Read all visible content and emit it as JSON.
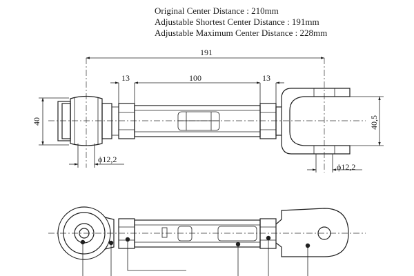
{
  "notes": {
    "original": "Original  Center Distance : 210mm",
    "shortest": "Adjustable Shortest Center Distance : 191mm",
    "maximum": "Adjustable Maximum  Center Distance : 228mm"
  },
  "dimensions": {
    "center_distance": "191",
    "left_sleeve": "13",
    "body": "100",
    "right_sleeve": "13",
    "bushing_height": "40",
    "clevis_height": "40,5",
    "left_hole": "ϕ12,2",
    "right_hole": "ϕ12,2"
  },
  "colors": {
    "line": "#1f1f1f"
  }
}
